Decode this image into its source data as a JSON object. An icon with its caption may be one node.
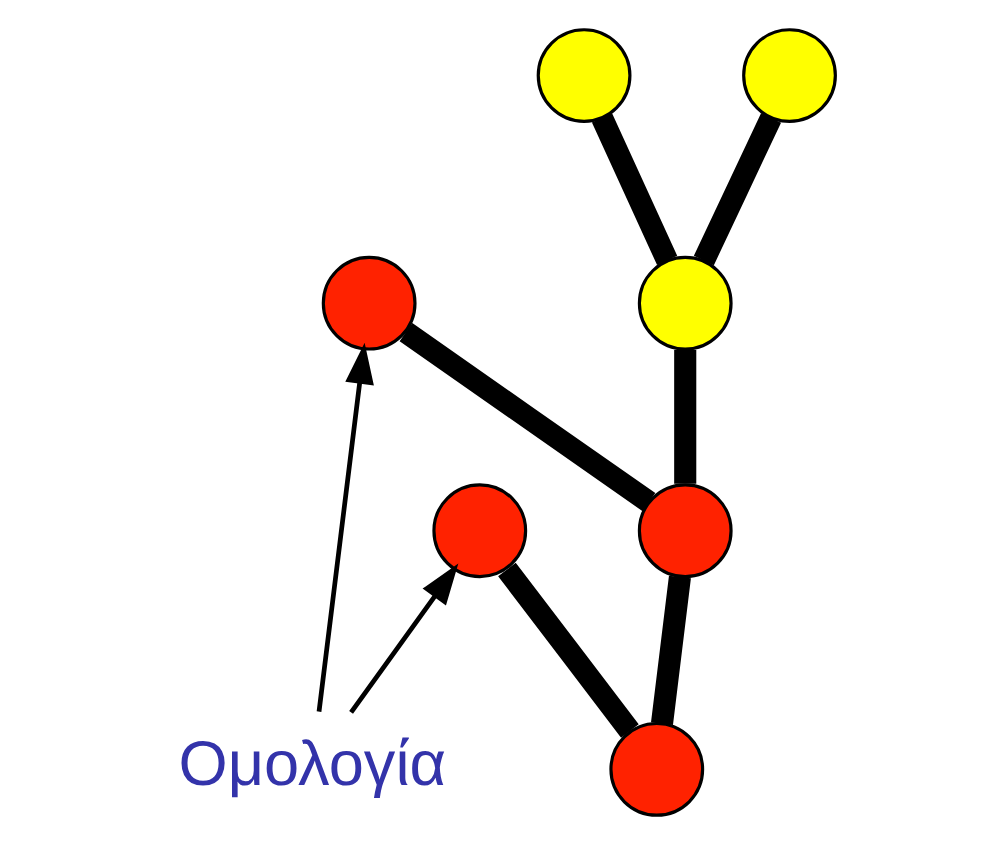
{
  "diagram": {
    "nodes": [
      {
        "text": [],
        "shape": "circle"
      },
      {
        "text": [],
        "shape": "circle"
      },
      {
        "text": [],
        "shape": "circle"
      },
      {
        "text": [],
        "shape": "circle"
      },
      {
        "text": [],
        "shape": "circle"
      },
      {
        "text": [],
        "shape": "circle"
      },
      {
        "text": [],
        "shape": "circle"
      },
      {
        "text": [
          "Ομολογία"
        ]
      }
    ],
    "edges": [
      {
        "from": 4,
        "to": 0,
        "arrow": "none"
      },
      {
        "from": 4,
        "to": 1,
        "arrow": "none"
      },
      {
        "from": 5,
        "to": 4,
        "arrow": "none"
      },
      {
        "from": 5,
        "to": 2,
        "arrow": "none"
      },
      {
        "from": 6,
        "to": 5,
        "arrow": "none"
      },
      {
        "from": 6,
        "to": 3,
        "arrow": "none"
      },
      {
        "from": 7,
        "to": 2,
        "arrow": "to"
      },
      {
        "from": 7,
        "to": 3,
        "arrow": "to"
      }
    ]
  }
}
